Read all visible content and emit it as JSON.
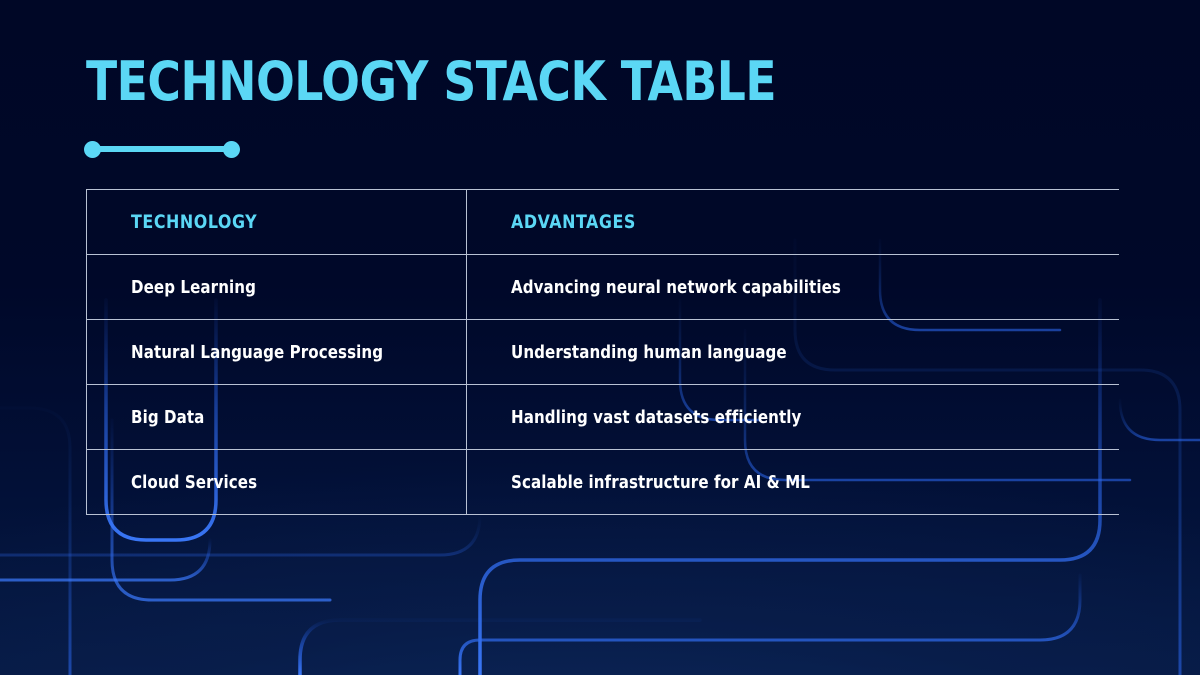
{
  "slide": {
    "title": "TECHNOLOGY STACK TABLE",
    "background_color": "#000829",
    "accent_color": "#5bd7f5",
    "text_color": "#ffffff",
    "border_color": "#b9c2d4",
    "trace_color": "#1f56d6"
  },
  "accent_rule": {
    "left_dot": "dot",
    "right_dot": "dot"
  },
  "table": {
    "columns": [
      "TECHNOLOGY",
      "ADVANTAGES"
    ],
    "rows": [
      {
        "technology": "Deep Learning",
        "advantages": "Advancing neural network capabilities"
      },
      {
        "technology": "Natural Language Processing",
        "advantages": "Understanding human language"
      },
      {
        "technology": "Big Data",
        "advantages": "Handling vast datasets efficiently"
      },
      {
        "technology": "Cloud Services",
        "advantages": "Scalable infrastructure for AI & ML"
      }
    ]
  }
}
